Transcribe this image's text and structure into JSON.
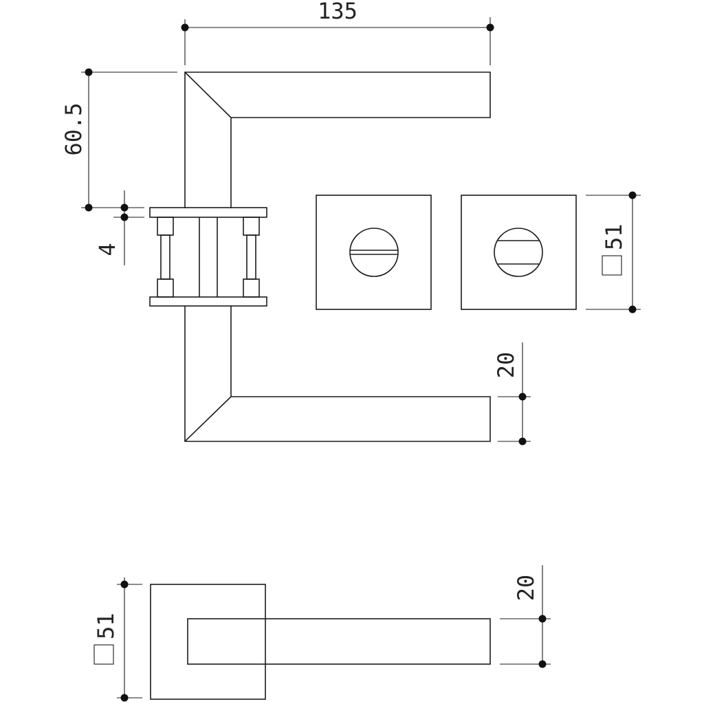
{
  "dimensions": {
    "overall_length": "135",
    "handle_height": "60.5",
    "rosette_gap": "4",
    "rosette_size_top": "51",
    "lever_thickness_top": "20",
    "rosette_size_bottom": "51",
    "lever_thickness_bottom": "20"
  },
  "colors": {
    "line": "#1a1a1a",
    "background": "#ffffff"
  }
}
